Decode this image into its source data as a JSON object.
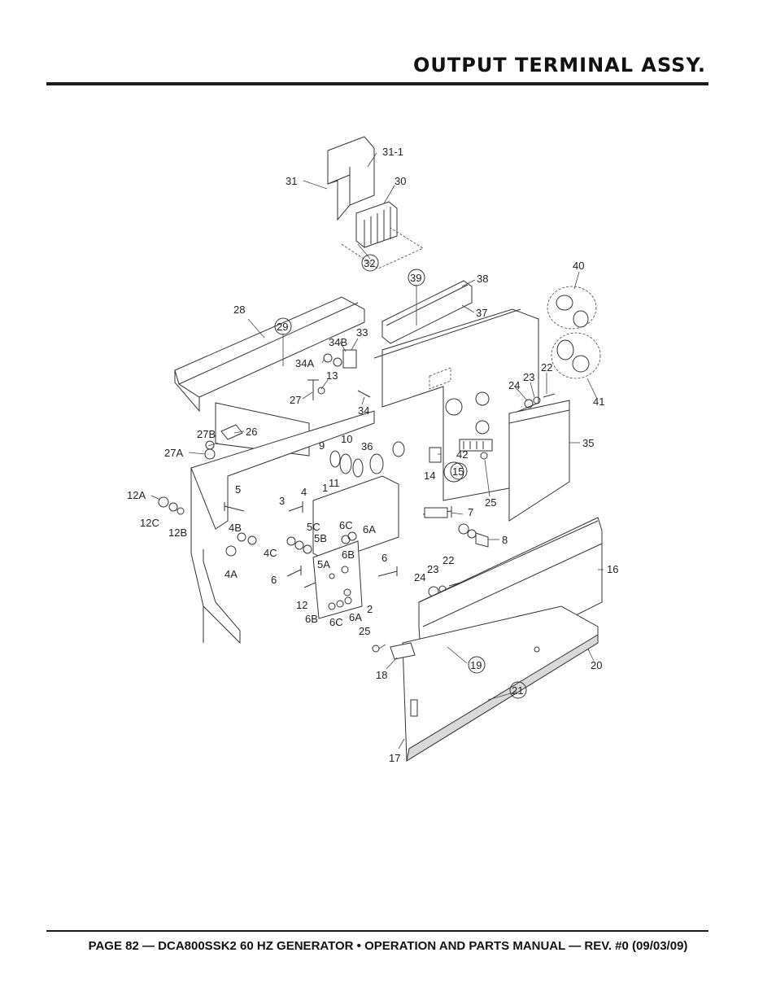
{
  "header": {
    "title": "OUTPUT TERMINAL ASSY."
  },
  "footer": {
    "text": "PAGE 82 — DCA800SSK2 60 HZ GENERATOR • OPERATION AND PARTS MANUAL — REV. #0 (09/03/09)"
  },
  "diagram": {
    "labels": {
      "l31_1": "31-1",
      "l31": "31",
      "l30": "30",
      "l32": "32",
      "l39": "39",
      "l38": "38",
      "l37": "37",
      "l40": "40",
      "l41": "41",
      "l28": "28",
      "l29": "29",
      "l34b": "34B",
      "l33": "33",
      "l34a": "34A",
      "l13": "13",
      "l27": "27",
      "l34": "34",
      "l24a": "24",
      "l23a": "23",
      "l22a": "22",
      "l27b": "27B",
      "l26": "26",
      "l27a": "27A",
      "l9": "9",
      "l10": "10",
      "l36": "36",
      "l11": "11",
      "l14": "14",
      "l15": "15",
      "l42": "42",
      "l35": "35",
      "l25a": "25",
      "l12a": "12A",
      "l5": "5",
      "l3": "3",
      "l4": "4",
      "l1": "1",
      "l7": "7",
      "l12c": "12C",
      "l12b": "12B",
      "l4b": "4B",
      "l5c": "5C",
      "l6c1": "6C",
      "l5b": "5B",
      "l6a1": "6A",
      "l8": "8",
      "l4c": "4C",
      "l6b1": "6B",
      "l4a": "4A",
      "l6_1": "6",
      "l5a": "5A",
      "l6_2": "6",
      "l16": "16",
      "l24b": "24",
      "l23b": "23",
      "l22b": "22",
      "l12": "12",
      "l2": "2",
      "l6b2": "6B",
      "l6c2": "6C",
      "l6a2": "6A",
      "l25b": "25",
      "l19": "19",
      "l18": "18",
      "l20": "20",
      "l21": "21",
      "l17": "17"
    }
  }
}
